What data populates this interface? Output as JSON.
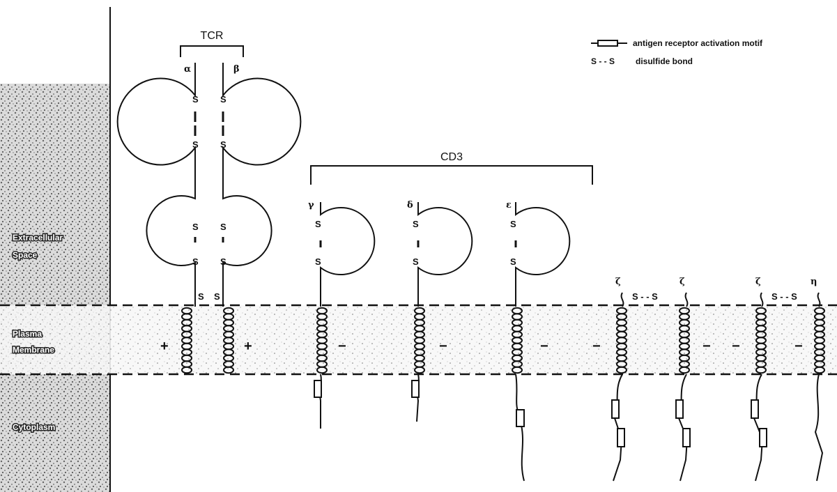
{
  "region_labels": {
    "extracellular": [
      "Extracellular",
      "Space"
    ],
    "membrane": [
      "Plasma",
      "Membrane"
    ],
    "cytoplasm": "Cytoplasm"
  },
  "complex_labels": {
    "tcr": "TCR",
    "cd3": "CD3"
  },
  "chain_labels": {
    "alpha": "α",
    "beta": "β",
    "gamma": "γ",
    "delta": "δ",
    "epsilon": "ε",
    "zeta1": "ζ",
    "zeta2": "ζ",
    "zeta3": "ζ",
    "eta": "η"
  },
  "disulfide_S": "S",
  "disulfide_pair": "S - - S",
  "charges": {
    "plus": "+",
    "minus": "−"
  },
  "legend": {
    "motif_text": "antigen receptor activation motif",
    "bond_symbol": "S - - S",
    "bond_text": "disulfide bond"
  }
}
